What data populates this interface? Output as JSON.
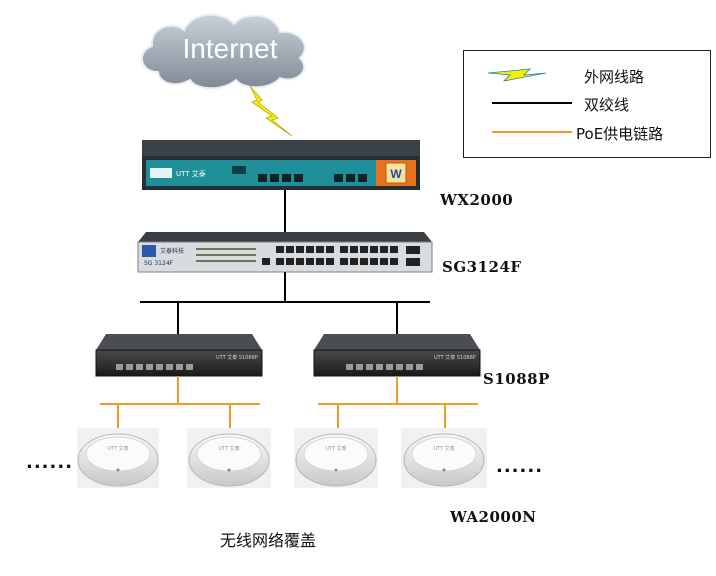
{
  "cloud_label": "Internet",
  "legend": {
    "items": [
      {
        "label": "外网线路",
        "symbol": "lightning"
      },
      {
        "label": "双绞线",
        "symbol": "black-line"
      },
      {
        "label": "PoE供电链路",
        "symbol": "orange-line"
      }
    ]
  },
  "devices": {
    "router": {
      "label": "WX2000",
      "brand": "UTT 艾泰"
    },
    "core_switch": {
      "label": "SG3124F",
      "model": "SG 3124F"
    },
    "poe_switch": {
      "label": "S1088P"
    },
    "access_point": {
      "label": "WA2000N"
    }
  },
  "ellipsis": "......",
  "caption": "无线网络覆盖",
  "colors": {
    "lightning": "#f2f200",
    "twisted_pair": "#000000",
    "poe": "#f39a2e",
    "cloud": "#9aa6b2",
    "router_body": "#2f3a40",
    "router_panel": "#1f8f9a"
  }
}
